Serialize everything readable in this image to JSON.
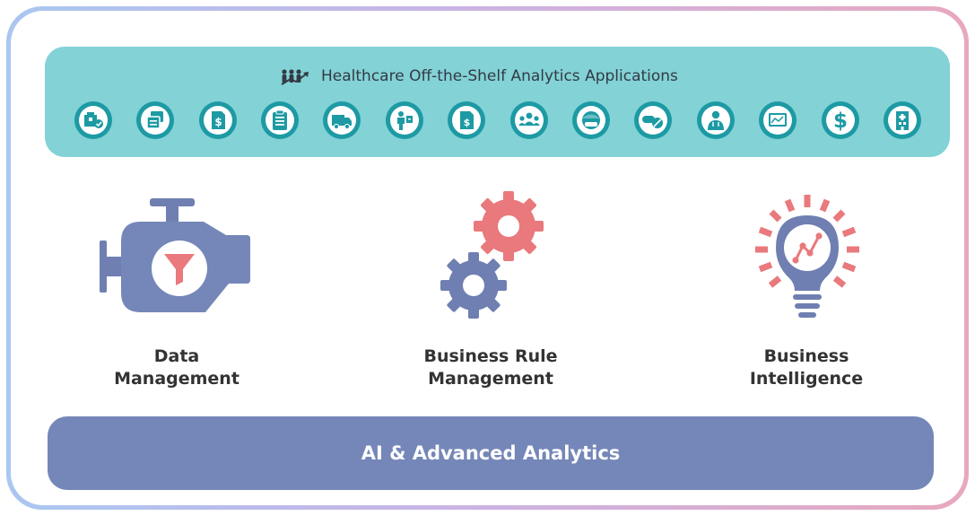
{
  "top_band": {
    "title": "Healthcare Off-the-Shelf Analytics Applications",
    "icons": [
      "hospital-check-icon",
      "claims-docs-icon",
      "billing-doc-icon",
      "clipboard-icon",
      "ambulance-icon",
      "patient-care-icon",
      "financial-doc-icon",
      "team-icon",
      "surgeon-icon",
      "pills-icon",
      "physician-icon",
      "monitor-chart-icon",
      "dollar-icon",
      "hospital-building-icon"
    ]
  },
  "pillars": [
    {
      "line1": "Data",
      "line2": "Management",
      "icon": "engine-filter-icon"
    },
    {
      "line1": "Business Rule",
      "line2": "Management",
      "icon": "gears-icon"
    },
    {
      "line1": "Business",
      "line2": "Intelligence",
      "icon": "lightbulb-chart-icon"
    }
  ],
  "bottom_band": {
    "label": "AI & Advanced Analytics"
  },
  "colors": {
    "teal": "#82d2d6",
    "icon_dark": "#1d9aa4",
    "slate": "#7587b8",
    "coral": "#e9797c",
    "text": "#333333"
  }
}
